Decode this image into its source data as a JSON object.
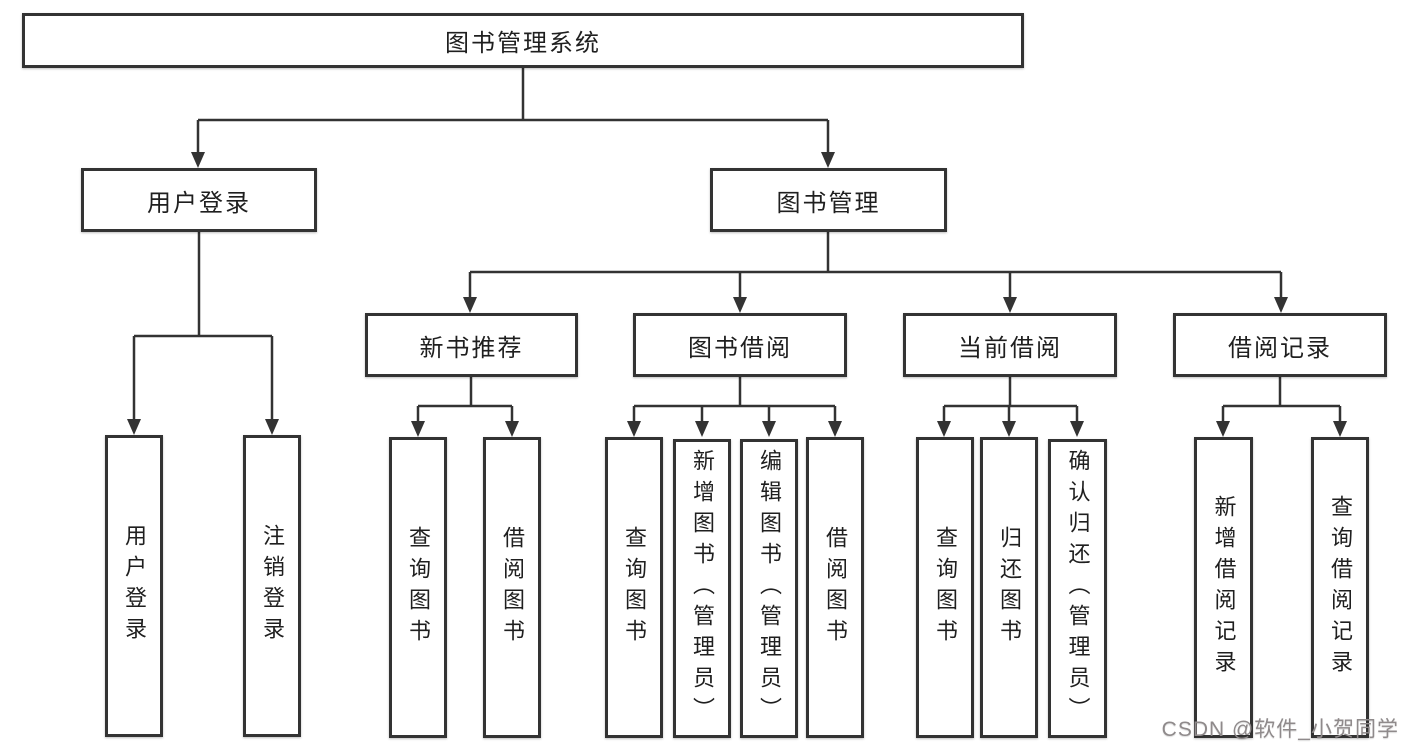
{
  "diagram": {
    "title": "图书管理系统",
    "level2": [
      {
        "label": "用户登录",
        "children": [
          "用户登录",
          "注销登录"
        ]
      },
      {
        "label": "图书管理"
      }
    ],
    "level3": [
      {
        "label": "新书推荐",
        "children": [
          "查询图书",
          "借阅图书"
        ]
      },
      {
        "label": "图书借阅",
        "children": [
          "查询图书",
          "新增图书（管理员）",
          "编辑图书（管理员）",
          "借阅图书"
        ]
      },
      {
        "label": "当前借阅",
        "children": [
          "查询图书",
          "归还图书",
          "确认归还（管理员）"
        ]
      },
      {
        "label": "借阅记录",
        "children": [
          "新增借阅记录",
          "查询借阅记录"
        ]
      }
    ]
  },
  "watermark": "CSDN @软件_小贺同学",
  "colors": {
    "line": "#333333",
    "box_border": "#333333",
    "text": "#1f1f1f",
    "watermark": "#8f8a8b",
    "background": "#ffffff"
  }
}
